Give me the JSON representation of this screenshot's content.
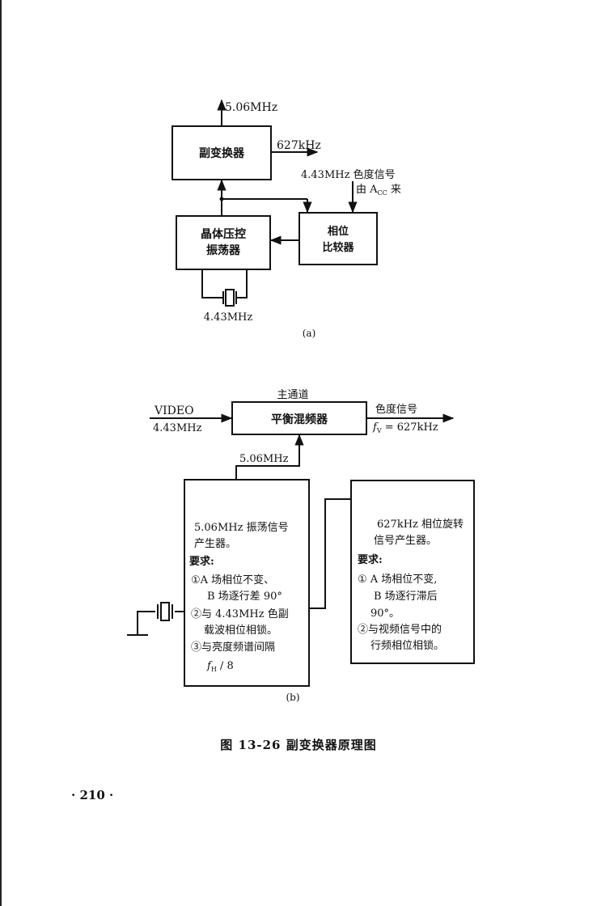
{
  "diagram_a": {
    "top_output": "5.06MHz",
    "sub_converter": "副变换器",
    "right_output": "627kHz",
    "input_line1": "4.43MHz 色度信号",
    "input_line2": "由 A",
    "input_sub": "CC",
    "input_tail": "来",
    "vco_line1": "晶体压控",
    "vco_line2": "振荡器",
    "phase_line1": "相位",
    "phase_line2": "比较器",
    "crystal_freq": "4.43MHz",
    "label": "(a)"
  },
  "diagram_b": {
    "main_channel": "主通道",
    "video_in": "VIDEO",
    "freq_in": "4.43MHz",
    "mixer": "平衡混频器",
    "out_line1": "色度信号",
    "out_f": "f",
    "out_sub": "V",
    "out_value": " = 627kHz",
    "lo_freq": "5.06MHz",
    "left_box": {
      "line1": "5.06MHz 振荡信号",
      "line2": "产生器。",
      "line3": "要求:",
      "line4": "①A 场相位不变、",
      "line5": "B 场逐行差 90°",
      "line6": "②与 4.43MHz 色副",
      "line7": "载波相位相锁。",
      "line8": "③与亮度频谱间隔",
      "line9_f": "f",
      "line9_sub": "H",
      "line9_tail": " / 8"
    },
    "right_box": {
      "line1": "627kHz 相位旋转",
      "line2": "信号产生器。",
      "line3": "要求:",
      "line4": "① A 场相位不变,",
      "line5": "B 场逐行滞后",
      "line6": "90°。",
      "line7": "②与视频信号中的",
      "line8": "行频相位相锁。"
    },
    "label": "(b)"
  },
  "caption": "图 13-26   副变换器原理图",
  "page_number": "· 210 ·"
}
